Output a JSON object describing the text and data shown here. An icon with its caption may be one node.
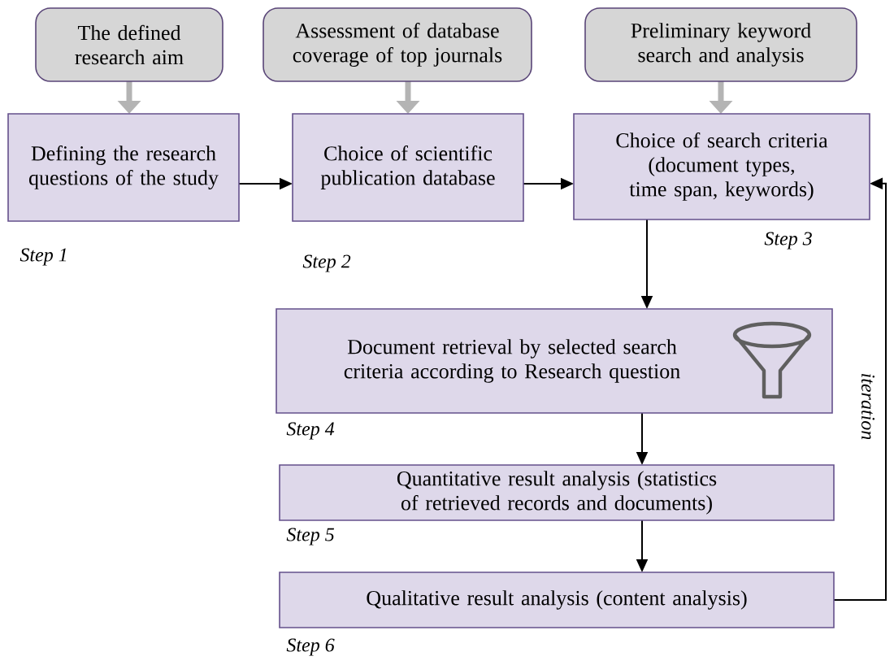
{
  "diagram": {
    "nodes": [
      {
        "text": [
          "The defined research aim"
        ]
      },
      {
        "text": [
          "Assessment of database coverage of top journals"
        ]
      },
      {
        "text": [
          "Preliminary keyword search and analysis"
        ]
      },
      {
        "text": [
          "Defining the research questions of the study"
        ],
        "beside": [
          "Step 1"
        ]
      },
      {
        "text": [
          "Choice of scientific publication database"
        ],
        "beside": [
          "Step 2"
        ]
      },
      {
        "text": [
          "Choice of search criteria (document types, time span, keywords)"
        ],
        "beside": [
          "Step 3"
        ]
      },
      {
        "text": [
          "Document retrieval by selected search criteria according to Research question"
        ],
        "beside": [
          "Step 4"
        ]
      },
      {
        "text": [
          "Quantitative result analysis (statistics of retrieved records and documents)"
        ],
        "beside": [
          "Step 5"
        ]
      },
      {
        "text": [
          "Qualitative result analysis (content analysis)"
        ],
        "beside": [
          "Step 6"
        ]
      }
    ],
    "edges": [
      {
        "from": 0,
        "to": 3,
        "arrow": "to",
        "style": "thick",
        "color": "#b4b4b4"
      },
      {
        "from": 1,
        "to": 4,
        "arrow": "to",
        "style": "thick",
        "color": "#b4b4b4"
      },
      {
        "from": 2,
        "to": 5,
        "arrow": "to",
        "style": "thick",
        "color": "#b4b4b4"
      },
      {
        "from": 3,
        "to": 4,
        "arrow": "to"
      },
      {
        "from": 4,
        "to": 5,
        "arrow": "to"
      },
      {
        "from": 5,
        "to": 6,
        "arrow": "to"
      },
      {
        "from": 6,
        "to": 7,
        "arrow": "to"
      },
      {
        "from": 7,
        "to": 8,
        "arrow": "to"
      },
      {
        "from": 8,
        "to": 5,
        "arrow": "to",
        "label": "iteration"
      }
    ]
  }
}
